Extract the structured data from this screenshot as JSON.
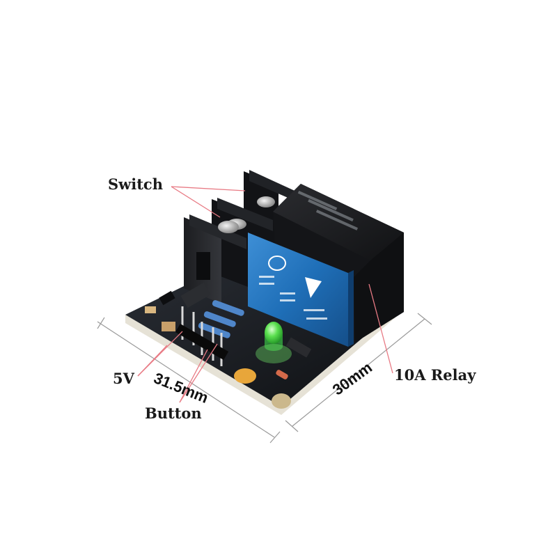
{
  "labels": {
    "switch": "Switch",
    "five_v": "5V",
    "button": "Button",
    "relay": "10A Relay"
  },
  "dimensions": {
    "length": "31.5mm",
    "width": "30mm"
  },
  "colors": {
    "pcb": "#14171c",
    "relay_body": "#1b1c1f",
    "module_blue": "#1f6fb8",
    "led_green": "#3ad33a",
    "leader_line": "#e87a84",
    "dimension_line": "#9a9a9a"
  }
}
